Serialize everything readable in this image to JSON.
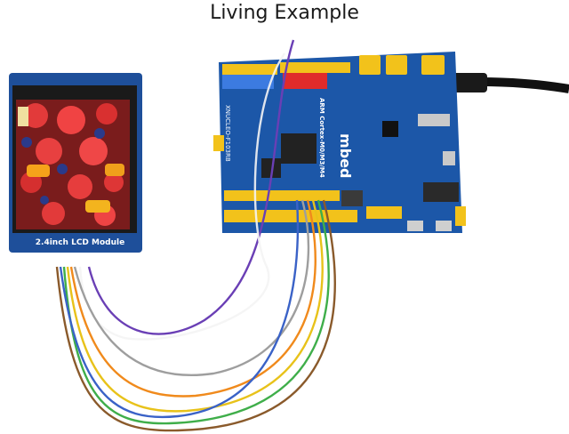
{
  "title": "Living Example",
  "lcd_module": {
    "label": "2.4inch LCD Module"
  },
  "board": {
    "brand_text": "mbed",
    "cpu_text": "ARM Cortex-M0/M3/M4",
    "nucleo_text": "XNUCLEO-F103RB"
  },
  "colors": {
    "board_blue": "#1c57a8",
    "header_yellow": "#f2c21b",
    "lcd_blue": "#1e4f9a",
    "wire_purple": "#6a3fb5",
    "wire_white": "#f4f4f4",
    "wire_grey": "#9e9e9e",
    "wire_orange": "#f08a1c",
    "wire_yellow": "#e8c21a",
    "wire_green": "#3fae4a",
    "wire_blue": "#3a62c7",
    "wire_brown": "#8a5a2b"
  },
  "icons": [
    "lcd-screen-icon",
    "dev-board-icon",
    "power-cable-icon",
    "jumper-wire-icon"
  ]
}
